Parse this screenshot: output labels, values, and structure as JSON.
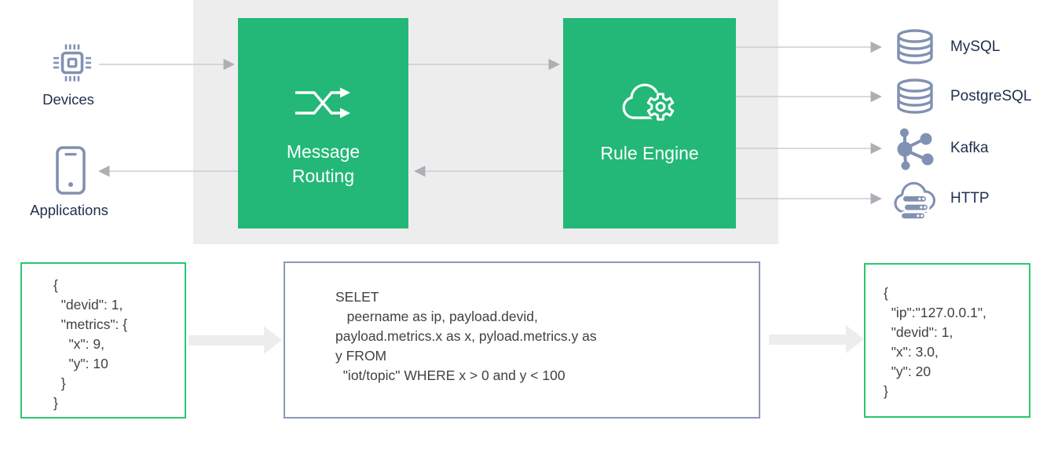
{
  "diagram": {
    "sources": [
      {
        "label": "Devices",
        "icon": "chip-icon"
      },
      {
        "label": "Applications",
        "icon": "smartphone-icon"
      }
    ],
    "stages": [
      {
        "label": "Message Routing",
        "icon": "shuffle-icon"
      },
      {
        "label": "Rule Engine",
        "icon": "cloud-gear-icon"
      }
    ],
    "sinks": [
      {
        "label": "MySQL",
        "icon": "database-icon"
      },
      {
        "label": "PostgreSQL",
        "icon": "database-icon"
      },
      {
        "label": "Kafka",
        "icon": "network-nodes-icon"
      },
      {
        "label": "HTTP",
        "icon": "cloud-server-icon"
      }
    ],
    "code_blocks": {
      "device_payload": "{\n  \"devid\": 1,\n  \"metrics\": {\n    \"x\": 9,\n    \"y\": 10\n  }\n}",
      "rule_sql": "SELET\n   peername as ip, payload.devid,\npayload.metrics.x as x, pyload.metrics.y as\ny FROM\n  \"iot/topic\" WHERE x > 0 and y < 100",
      "output_payload": "{\n  \"ip\":\"127.0.0.1\",\n  \"devid\": 1,\n  \"x\": 3.0,\n  \"y\": 20\n}"
    },
    "colors": {
      "stage_green": "#23b877",
      "panel_gray": "#ededee",
      "icon_slate": "#8191b2",
      "label_navy": "#242f4e",
      "green_border": "#2bc76f",
      "slate_border": "#8d97b8",
      "connector_gray": "#cbcdd0",
      "arrowhead_gray": "#acb0b4",
      "thick_arrow_gray": "#ededed"
    }
  }
}
